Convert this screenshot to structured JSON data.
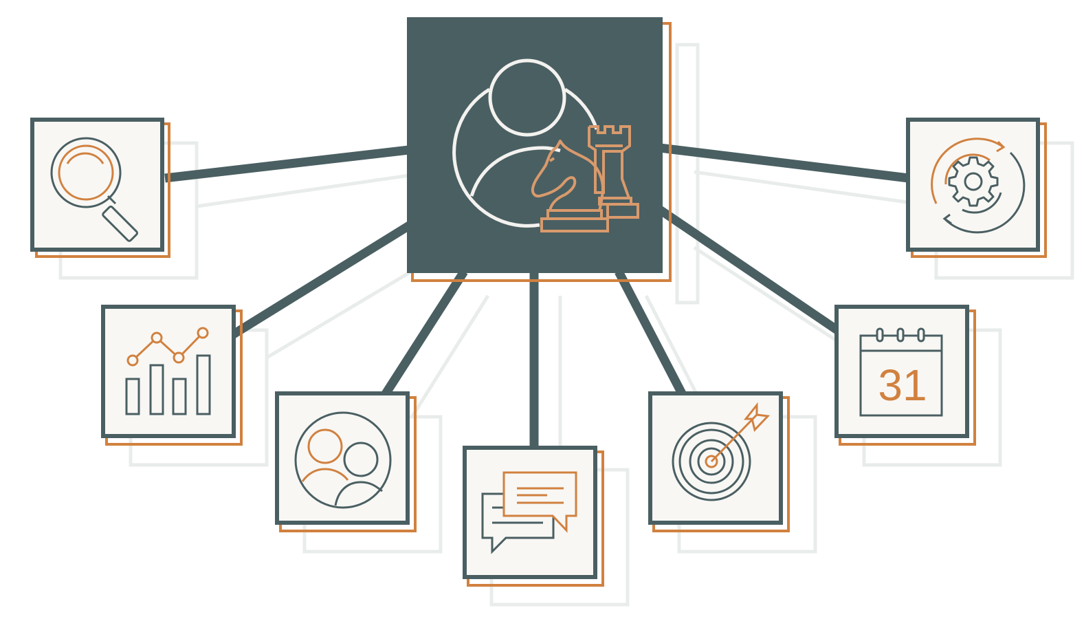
{
  "colors": {
    "slate": "#4a5f62",
    "orange": "#d1813f",
    "tile_bg": "#f8f7f4",
    "shadow": "#e8ecea",
    "light": "#f3f2ef"
  },
  "hub": {
    "icon": "user-strategy-chess-icon"
  },
  "nodes": [
    {
      "id": "search",
      "icon": "magnifier-icon"
    },
    {
      "id": "analytics",
      "icon": "bar-line-chart-icon"
    },
    {
      "id": "team",
      "icon": "people-group-icon"
    },
    {
      "id": "communication",
      "icon": "speech-bubbles-icon"
    },
    {
      "id": "target",
      "icon": "target-arrow-icon"
    },
    {
      "id": "calendar",
      "icon": "calendar-icon",
      "label": "31"
    },
    {
      "id": "process",
      "icon": "gear-cycle-icon"
    }
  ]
}
